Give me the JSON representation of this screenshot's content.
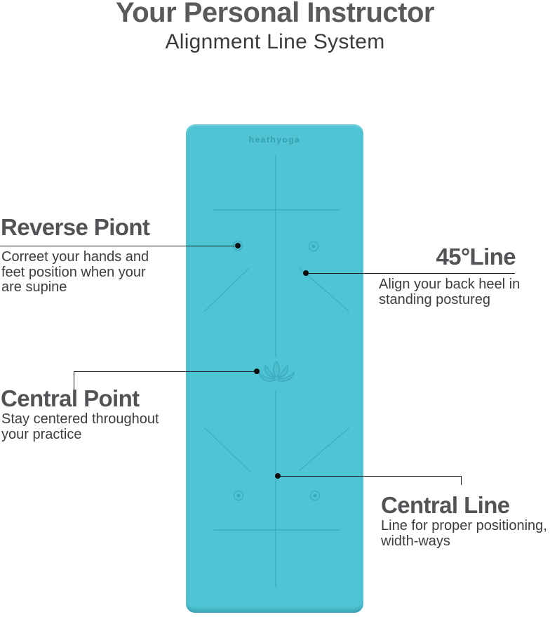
{
  "header": {
    "title": "Your Personal Instructor",
    "subtitle": "Alignment Line System"
  },
  "mat": {
    "brand": "heathyoga",
    "color": "#4fc4d4",
    "marking_color": "#2d9db0",
    "markings": [
      "center-line",
      "top-cross-line",
      "bottom-cross-line",
      "45-degree-lines",
      "reverse-point-target-circles",
      "lotus-center-mark"
    ]
  },
  "annotation": {
    "line_color": "#1c1c1c",
    "dot_color": "#0f0f0f"
  },
  "callouts": {
    "reverse_point": {
      "title": "Reverse Piont",
      "description": "Correet your hands and\nfeet position when your\nare supine"
    },
    "line_45": {
      "title": "45°Line",
      "description": "Align your back heel in\nstanding postureg"
    },
    "central_point": {
      "title": "Central Point",
      "description": "Stay centered throughout\nyour practice"
    },
    "central_line": {
      "title": "Central Line",
      "description": "Line for proper positioning,\nwidth-ways"
    }
  }
}
